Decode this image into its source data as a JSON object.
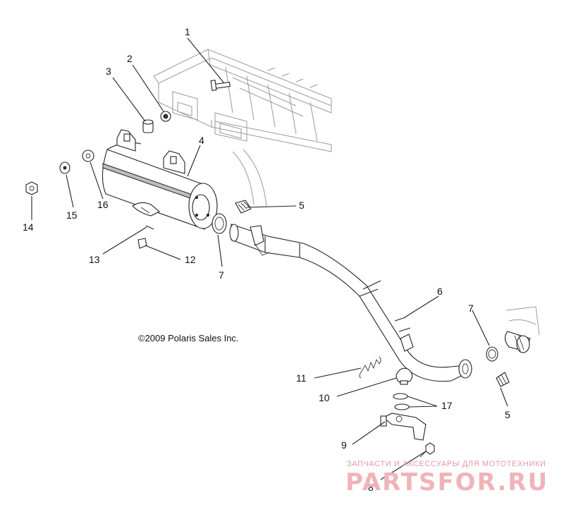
{
  "diagram": {
    "callouts": [
      {
        "id": "c1",
        "text": "1"
      },
      {
        "id": "c2",
        "text": "2"
      },
      {
        "id": "c3",
        "text": "3"
      },
      {
        "id": "c4",
        "text": "4"
      },
      {
        "id": "c5a",
        "text": "5"
      },
      {
        "id": "c5b",
        "text": "5"
      },
      {
        "id": "c6",
        "text": "6"
      },
      {
        "id": "c7a",
        "text": "7"
      },
      {
        "id": "c7b",
        "text": "7"
      },
      {
        "id": "c8",
        "text": "8"
      },
      {
        "id": "c9",
        "text": "9"
      },
      {
        "id": "c10",
        "text": "10"
      },
      {
        "id": "c11",
        "text": "11"
      },
      {
        "id": "c12",
        "text": "12"
      },
      {
        "id": "c13",
        "text": "13"
      },
      {
        "id": "c14",
        "text": "14"
      },
      {
        "id": "c15",
        "text": "15"
      },
      {
        "id": "c16",
        "text": "16"
      },
      {
        "id": "c17",
        "text": "17"
      }
    ],
    "copyright": "©2009 Polaris Sales Inc."
  },
  "watermark": {
    "tagline": "ЗАПЧАСТИ И АКСЕССУАРЫ ДЛЯ МОТОТЕХНИКИ",
    "logo": "PARTSFOR.RU"
  },
  "colors": {
    "line": "#222222",
    "frame": "#9a9a9a",
    "watermark_text": "#e39aa0",
    "watermark_logo": "#efb4b8"
  }
}
